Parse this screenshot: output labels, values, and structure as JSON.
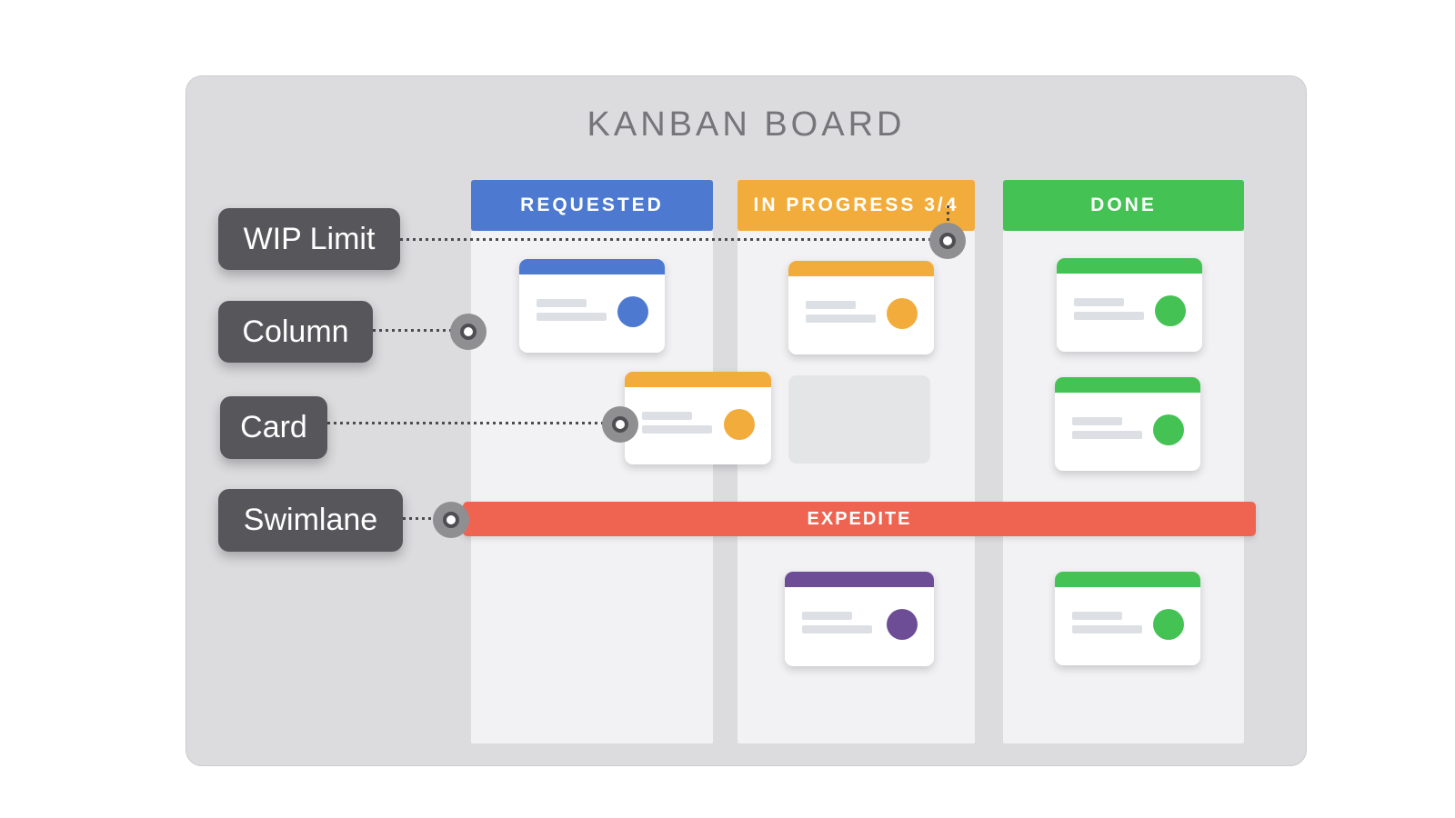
{
  "board": {
    "title": "KANBAN BOARD",
    "background": "#dcdcde",
    "column_background": "#f2f2f4"
  },
  "columns": [
    {
      "id": "requested",
      "label": "REQUESTED",
      "color": "#4d7ad0"
    },
    {
      "id": "in-progress",
      "label": "IN PROGRESS 3/4",
      "color": "#f2ac3c",
      "wip_limit": "3/4"
    },
    {
      "id": "done",
      "label": "DONE",
      "color": "#44c254"
    }
  ],
  "swimlane": {
    "label": "EXPEDITE",
    "color": "#ef6351"
  },
  "annotations": [
    {
      "label": "WIP Limit"
    },
    {
      "label": "Column"
    },
    {
      "label": "Card"
    },
    {
      "label": "Swimlane"
    }
  ],
  "cards": [
    {
      "column": "requested",
      "row": 1,
      "color": "#4d7ad0"
    },
    {
      "column": "in-progress",
      "row": 1,
      "color": "#f2ac3c"
    },
    {
      "column": "in-progress",
      "row": 2,
      "color": "#f2ac3c"
    },
    {
      "column": "in-progress",
      "row": 2,
      "type": "placeholder",
      "color": "#e4e5e7"
    },
    {
      "column": "in-progress",
      "row": 3,
      "color": "#6c4d96"
    },
    {
      "column": "done",
      "row": 1,
      "color": "#44c254"
    },
    {
      "column": "done",
      "row": 2,
      "color": "#44c254"
    },
    {
      "column": "done",
      "row": 3,
      "color": "#44c254"
    }
  ],
  "label_color": "#57575b"
}
